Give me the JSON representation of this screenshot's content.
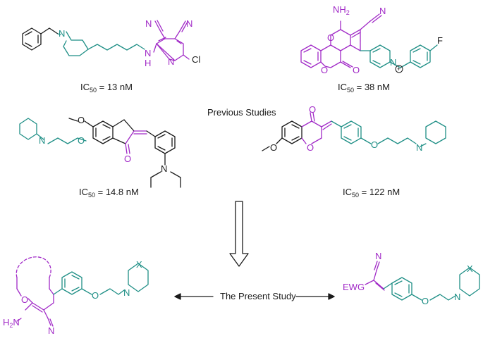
{
  "colors": {
    "black": "#1a1a1a",
    "teal": "#1f8f86",
    "purple": "#a12ac7"
  },
  "compounds": [
    {
      "ic50_prefix": "IC",
      "ic50_sub": "50",
      "ic50_value": " = 13 nM"
    },
    {
      "ic50_prefix": "IC",
      "ic50_sub": "50",
      "ic50_value": " = 38 nM"
    },
    {
      "ic50_prefix": "IC",
      "ic50_sub": "50",
      "ic50_value": " = 14.8 nM"
    },
    {
      "ic50_prefix": "IC",
      "ic50_sub": "50",
      "ic50_value": " = 122 nM"
    }
  ],
  "section_label": "Previous Studies",
  "present_label": "The Present Study",
  "atoms": {
    "N": "N",
    "H": "H",
    "Cl": "Cl",
    "F": "F",
    "O": "O",
    "NH2": "NH",
    "NH2_sub": "2",
    "H2N": "H",
    "H2N_sub": "2",
    "H2N_N": "N",
    "plus": "+",
    "X": "X",
    "EWG": "EWG"
  }
}
